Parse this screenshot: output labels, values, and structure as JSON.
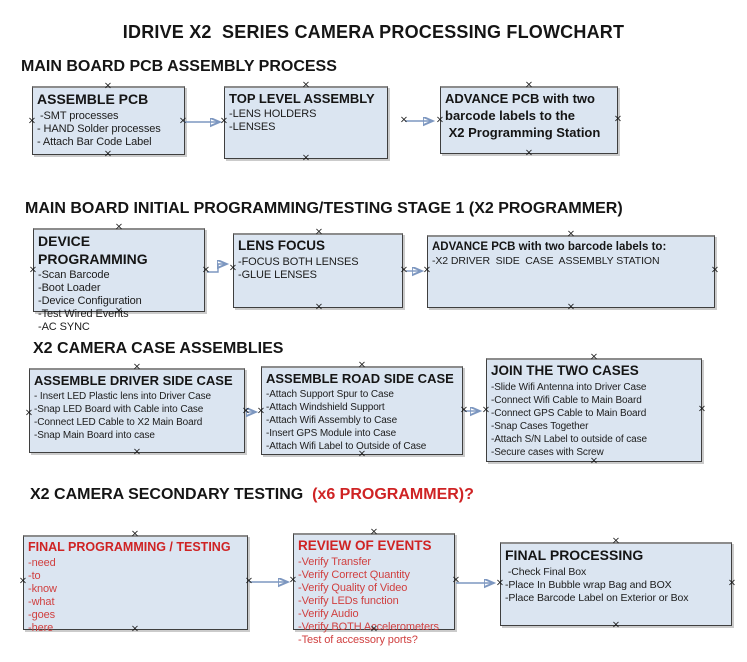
{
  "title": "IDRIVE X2  SERIES CAMERA PROCESSING FLOWCHART",
  "colors": {
    "box_fill": "#dbe5f1",
    "box_border": "#3f3f3f",
    "accent_red": "#cf2324",
    "arrow_line": "#7d97c0",
    "arrow_head": "#30509d"
  },
  "icons": {
    "connector_anchor": "×"
  },
  "sections": [
    {
      "heading": "MAIN BOARD PCB ASSEMBLY PROCESS",
      "boxes": [
        {
          "title": "ASSEMBLE PCB",
          "items": [
            " -SMT processes",
            "- HAND Solder processes",
            "- Attach Bar Code Label"
          ]
        },
        {
          "title": "TOP LEVEL ASSEMBLY",
          "items": [
            "-LENS HOLDERS",
            "-LENSES"
          ]
        },
        {
          "title": "ADVANCE PCB with two barcode labels to the\n X2 Programming Station",
          "items": []
        }
      ]
    },
    {
      "heading": "MAIN BOARD INITIAL PROGRAMMING/TESTING STAGE 1 (X2 PROGRAMMER)",
      "boxes": [
        {
          "title": "DEVICE PROGRAMMING",
          "items": [
            "-Scan Barcode",
            "-Boot Loader",
            "-Device Configuration",
            "-Test Wired Events",
            "-AC SYNC"
          ]
        },
        {
          "title": "LENS FOCUS",
          "items": [
            "-FOCUS BOTH LENSES",
            "-GLUE LENSES"
          ]
        },
        {
          "title": "ADVANCE PCB with two barcode labels to:",
          "items": [
            "-X2 DRIVER  SIDE  CASE  ASSEMBLY STATION"
          ]
        }
      ]
    },
    {
      "heading": "X2 CAMERA CASE ASSEMBLIES",
      "boxes": [
        {
          "title": "ASSEMBLE DRIVER SIDE CASE",
          "items": [
            "- Insert LED Plastic lens into Driver Case",
            "-Snap LED Board with Cable into Case",
            "-Connect LED Cable to X2 Main Board",
            "-Snap Main Board into case"
          ]
        },
        {
          "title": "ASSEMBLE ROAD SIDE CASE",
          "items": [
            "-Attach Support Spur to Case",
            "-Attach Windshield Support",
            "-Attach Wifi Assembly to Case",
            "-Insert GPS Module into Case",
            "-Attach Wifi Label to Outside of Case"
          ]
        },
        {
          "title": "JOIN THE TWO CASES",
          "items": [
            "-Slide Wifi Antenna into Driver Case",
            "-Connect Wifi Cable to Main Board",
            "-Connect GPS Cable to Main Board",
            "-Snap Cases Together",
            "-Attach S/N Label to outside of case",
            "-Secure cases with Screw"
          ]
        }
      ]
    },
    {
      "heading": "X2 CAMERA SECONDARY TESTING  ",
      "heading_accent": "(x6 PROGRAMMER)?",
      "boxes": [
        {
          "title": "FINAL PROGRAMMING / TESTING",
          "items": [
            "-need",
            "-to",
            "-know",
            "-what",
            "-goes",
            "-here"
          ]
        },
        {
          "title": "REVIEW OF EVENTS",
          "items": [
            "-Verify Transfer",
            "-Verify Correct Quantity",
            "-Verify Quality of Video",
            "-Verify LEDs function",
            "-Verify Audio",
            "-Verify BOTH Accelerometers",
            "-Test of accessory ports?"
          ]
        },
        {
          "title": "FINAL PROCESSING",
          "items": [
            " -Check Final Box",
            "-Place In Bubble wrap Bag and BOX",
            "-Place Barcode Label on Exterior or Box"
          ]
        }
      ]
    }
  ]
}
